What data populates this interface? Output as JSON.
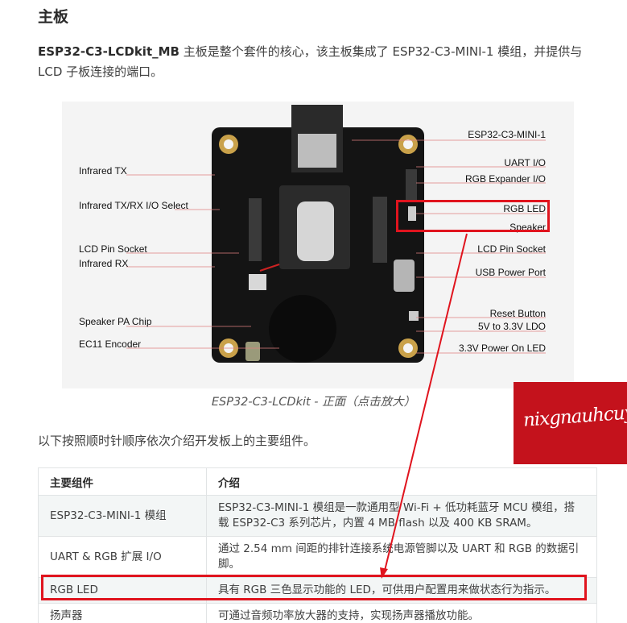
{
  "heading": "主板",
  "intro": {
    "bold": "ESP32-C3-LCDkit_MB",
    "text": " 主板是整个套件的核心，该主板集成了 ESP32-C3-MINI-1 模组，并提供与 LCD 子板连接的端口。"
  },
  "figure": {
    "left_labels": [
      "Infrared TX",
      "Infrared TX/RX I/O Select",
      "LCD Pin Socket",
      "Infrared RX",
      "Speaker PA Chip",
      "EC11 Encoder"
    ],
    "right_labels": [
      "ESP32-C3-MINI-1",
      "UART I/O",
      "RGB Expander I/O",
      "RGB LED",
      "Speaker",
      "LCD Pin Socket",
      "USB Power Port",
      "Reset Button",
      "5V to 3.3V LDO",
      "3.3V Power On LED"
    ],
    "caption": "ESP32-C3-LCDkit - 正面（点击放大）"
  },
  "para2": "以下按照顺时针顺序依次介绍开发板上的主要组件。",
  "table": {
    "headers": [
      "主要组件",
      "介绍"
    ],
    "rows": [
      {
        "name": "ESP32-C3-MINI-1 模组",
        "desc": "ESP32-C3-MINI-1 模组是一款通用型 Wi-Fi + 低功耗蓝牙 MCU 模组，搭载 ESP32-C3 系列芯片，内置 4 MB flash 以及 400 KB SRAM。"
      },
      {
        "name": "UART & RGB 扩展 I/O",
        "desc": "通过 2.54 mm 间距的排针连接系统电源管脚以及 UART 和 RGB 的数据引脚。"
      },
      {
        "name": "RGB LED",
        "desc": "具有 RGB 三色显示功能的 LED，可供用户配置用来做状态行为指示。"
      },
      {
        "name": "扬声器",
        "desc": "可通过音频功率放大器的支持，实现扬声器播放功能。"
      }
    ]
  },
  "stamp": "nixgnauhcuy",
  "colors": {
    "annotation_red": "#e0141e",
    "board": "#141414"
  }
}
